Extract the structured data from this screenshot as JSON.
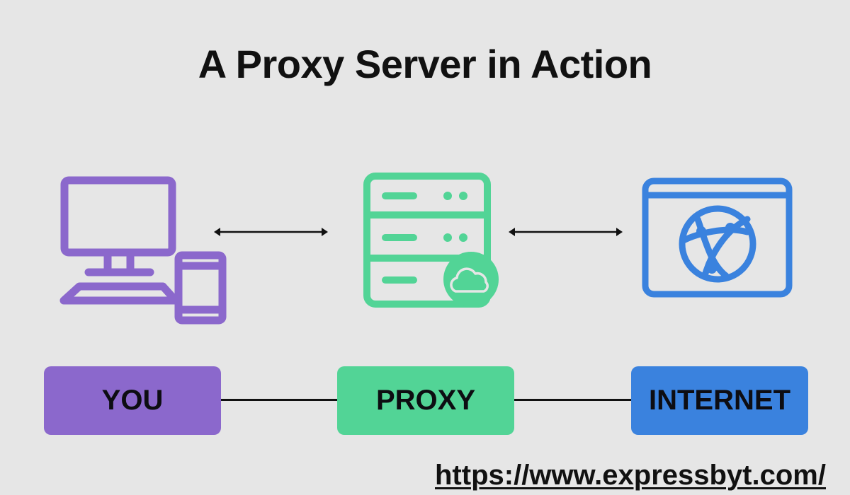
{
  "title": "A Proxy Server in Action",
  "nodes": [
    {
      "id": "you",
      "label": "YOU",
      "color": "#8b68cc",
      "icon": "computer-and-phone-icon"
    },
    {
      "id": "proxy",
      "label": "PROXY",
      "color": "#52d496",
      "icon": "server-cloud-icon"
    },
    {
      "id": "internet",
      "label": "INTERNET",
      "color": "#3a82de",
      "icon": "browser-globe-icon"
    }
  ],
  "connections": [
    {
      "from": "you",
      "to": "proxy",
      "type": "bidirectional-arrow"
    },
    {
      "from": "proxy",
      "to": "internet",
      "type": "bidirectional-arrow"
    }
  ],
  "watermark": "https://www.expressbyt.com/"
}
